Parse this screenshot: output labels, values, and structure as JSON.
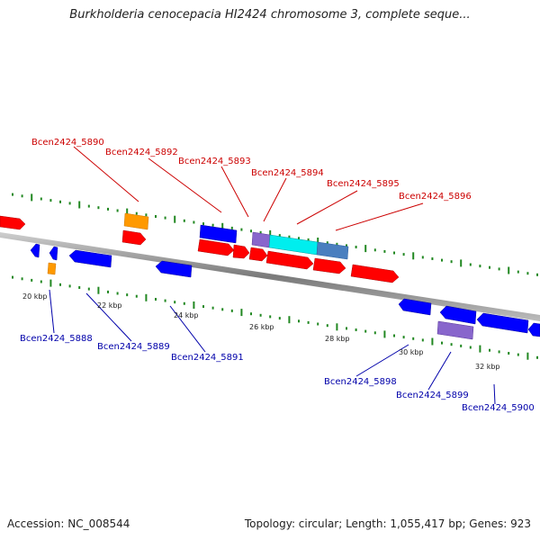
{
  "title": "Burkholderia cenocepacia HI2424 chromosome 3, complete seque...",
  "accession": "Accession: NC_008544",
  "summary": "Topology: circular; Length: 1,055,417 bp; Genes: 923",
  "scale_labels": [
    "20 kbp",
    "22 kbp",
    "24 kbp",
    "26 kbp",
    "28 kbp",
    "30 kbp",
    "32 kbp"
  ],
  "colors": {
    "forward_gene": "#ff0000",
    "reverse_gene": "#0000ff",
    "forward_label": "#cc0000",
    "reverse_label": "#0000aa",
    "orange_gene": "#ff9900",
    "purple_gene": "#8866cc",
    "cyan_gene": "#00eeee",
    "steelblue_gene": "#4a7fbf",
    "backbone": "#888888",
    "tick": "#228822"
  },
  "forward_labels": [
    "Bcen2424_5890",
    "Bcen2424_5892",
    "Bcen2424_5893",
    "Bcen2424_5894",
    "Bcen2424_5895",
    "Bcen2424_5896"
  ],
  "reverse_labels": [
    "Bcen2424_5888",
    "Bcen2424_5889",
    "Bcen2424_5891",
    "Bcen2424_5898",
    "Bcen2424_5899",
    "Bcen2424_5900"
  ]
}
